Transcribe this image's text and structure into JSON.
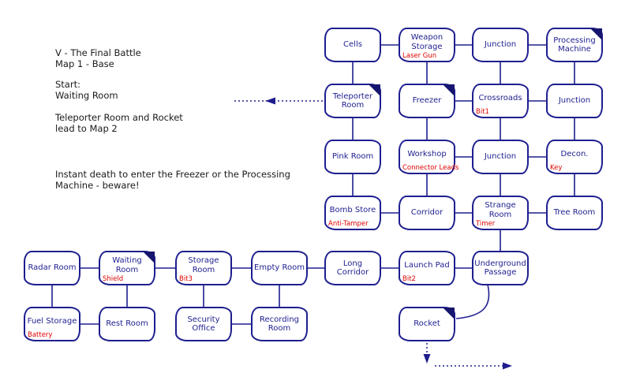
{
  "colors": {
    "line": "#1e1e8f",
    "room_text": "#1e1e8f",
    "item_text": "#e00000",
    "note_text": "#1a1a1a",
    "background": "#ffffff"
  },
  "notes": [
    {
      "text": "V - The Final Battle\nMap 1 - Base"
    },
    {
      "text": "Start:\nWaiting Room"
    },
    {
      "text": "Teleporter Room and Rocket\nlead to Map 2"
    },
    {
      "text": "Instant death to enter the Freezer or the Processing\nMachine - beware!"
    }
  ],
  "map": {
    "grid": {
      "col_x": [
        30,
        125,
        222,
        318,
        411,
        505,
        598,
        692
      ],
      "row_y": [
        35,
        106,
        177,
        248,
        318,
        389
      ],
      "room_w": 72,
      "room_h": 44
    },
    "rooms": [
      {
        "id": "cells",
        "name": "Cells",
        "col": 4,
        "row": 0
      },
      {
        "id": "weapon-storage",
        "name": "Weapon Storage",
        "col": 5,
        "row": 0,
        "item": "Laser Gun"
      },
      {
        "id": "junction-a",
        "name": "Junction",
        "col": 6,
        "row": 0
      },
      {
        "id": "processing-machine",
        "name": "Processing Machine",
        "col": 7,
        "row": 0,
        "marker": true
      },
      {
        "id": "teleporter-room",
        "name": "Teleporter Room",
        "col": 4,
        "row": 1,
        "marker": true
      },
      {
        "id": "freezer",
        "name": "Freezer",
        "col": 5,
        "row": 1,
        "marker": true
      },
      {
        "id": "crossroads",
        "name": "Crossroads",
        "col": 6,
        "row": 1,
        "item": "Bit1"
      },
      {
        "id": "junction-b",
        "name": "Junction",
        "col": 7,
        "row": 1
      },
      {
        "id": "pink-room",
        "name": "Pink Room",
        "col": 4,
        "row": 2
      },
      {
        "id": "workshop",
        "name": "Workshop",
        "col": 5,
        "row": 2,
        "item": "Connector Leads"
      },
      {
        "id": "junction-c",
        "name": "Junction",
        "col": 6,
        "row": 2
      },
      {
        "id": "decon",
        "name": "Decon.",
        "col": 7,
        "row": 2,
        "item": "Key"
      },
      {
        "id": "bomb-store",
        "name": "Bomb Store",
        "col": 4,
        "row": 3,
        "item": "Anti-Tamper"
      },
      {
        "id": "corridor",
        "name": "Corridor",
        "col": 5,
        "row": 3
      },
      {
        "id": "strange-room",
        "name": "Strange Room",
        "col": 6,
        "row": 3,
        "item": "Timer"
      },
      {
        "id": "tree-room",
        "name": "Tree Room",
        "col": 7,
        "row": 3
      },
      {
        "id": "radar-room",
        "name": "Radar Room",
        "col": 0,
        "row": 4
      },
      {
        "id": "waiting-room",
        "name": "Waiting Room",
        "col": 1,
        "row": 4,
        "item": "Shield",
        "marker": true
      },
      {
        "id": "storage-room",
        "name": "Storage Room",
        "col": 2,
        "row": 4,
        "item": "Bit3"
      },
      {
        "id": "empty-room",
        "name": "Empty Room",
        "col": 3,
        "row": 4
      },
      {
        "id": "long-corridor",
        "name": "Long Corridor",
        "col": 4,
        "row": 4
      },
      {
        "id": "launch-pad",
        "name": "Launch Pad",
        "col": 5,
        "row": 4,
        "item": "Bit2"
      },
      {
        "id": "underground-passage",
        "name": "Underground Passage",
        "col": 6,
        "row": 4
      },
      {
        "id": "fuel-storage",
        "name": "Fuel Storage",
        "col": 0,
        "row": 5,
        "item": "Battery"
      },
      {
        "id": "rest-room",
        "name": "Rest Room",
        "col": 1,
        "row": 5
      },
      {
        "id": "security-office",
        "name": "Security Office",
        "col": 2,
        "row": 5
      },
      {
        "id": "recording-room",
        "name": "Recording Room",
        "col": 3,
        "row": 5
      },
      {
        "id": "rocket",
        "name": "Rocket",
        "col": 5,
        "row": 5,
        "marker": true
      }
    ],
    "connections": [
      [
        "cells",
        "weapon-storage"
      ],
      [
        "weapon-storage",
        "junction-a"
      ],
      [
        "junction-a",
        "processing-machine"
      ],
      [
        "cells",
        "teleporter-room"
      ],
      [
        "weapon-storage",
        "freezer"
      ],
      [
        "junction-a",
        "crossroads"
      ],
      [
        "processing-machine",
        "junction-b"
      ],
      [
        "freezer",
        "crossroads"
      ],
      [
        "crossroads",
        "junction-b"
      ],
      [
        "teleporter-room",
        "pink-room"
      ],
      [
        "freezer",
        "workshop"
      ],
      [
        "crossroads",
        "junction-c"
      ],
      [
        "junction-b",
        "decon"
      ],
      [
        "workshop",
        "junction-c"
      ],
      [
        "junction-c",
        "decon"
      ],
      [
        "pink-room",
        "bomb-store"
      ],
      [
        "workshop",
        "corridor"
      ],
      [
        "junction-c",
        "strange-room"
      ],
      [
        "decon",
        "tree-room"
      ],
      [
        "bomb-store",
        "corridor"
      ],
      [
        "corridor",
        "strange-room"
      ],
      [
        "strange-room",
        "tree-room"
      ],
      [
        "strange-room",
        "underground-passage"
      ],
      [
        "radar-room",
        "waiting-room"
      ],
      [
        "waiting-room",
        "storage-room"
      ],
      [
        "storage-room",
        "empty-room"
      ],
      [
        "empty-room",
        "long-corridor"
      ],
      [
        "long-corridor",
        "launch-pad"
      ],
      [
        "launch-pad",
        "underground-passage"
      ],
      [
        "radar-room",
        "fuel-storage"
      ],
      [
        "waiting-room",
        "rest-room"
      ],
      [
        "storage-room",
        "security-office"
      ],
      [
        "empty-room",
        "recording-room"
      ],
      [
        "fuel-storage",
        "rest-room"
      ],
      [
        "security-office",
        "recording-room"
      ]
    ],
    "curved_connection": {
      "from": "underground-passage",
      "to": "rocket"
    }
  }
}
